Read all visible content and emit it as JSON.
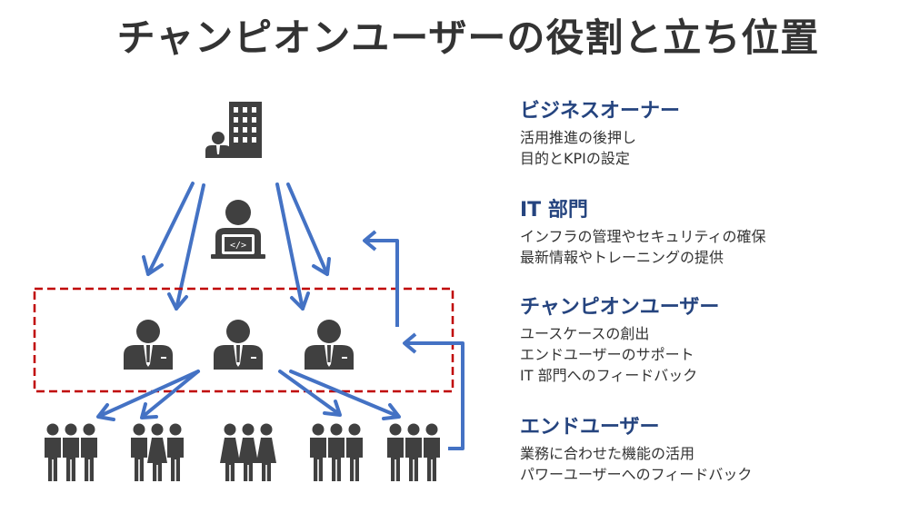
{
  "title": "チャンピオンユーザーの役割と立ち位置",
  "colors": {
    "arrow": "#4472c4",
    "icon": "#404040",
    "highlight_box": "#c00000",
    "role_name": "#25447f"
  },
  "icons": [
    "business-owner-icon",
    "it-developer-icon",
    "champion-user-icon",
    "end-user-group-icon"
  ],
  "roles": [
    {
      "name": "ビジネスオーナー",
      "lines": [
        "活用推進の後押し",
        "目的とKPIの設定"
      ]
    },
    {
      "name": "IT 部門",
      "lines": [
        "インフラの管理やセキュリティの確保",
        "最新情報やトレーニングの提供"
      ]
    },
    {
      "name": "チャンピオンユーザー",
      "lines": [
        "ユースケースの創出",
        "エンドユーザーのサポート",
        "IT 部門へのフィードバック"
      ]
    },
    {
      "name": "エンドユーザー",
      "lines": [
        "業務に合わせた機能の活用",
        "パワーユーザーへのフィードバック"
      ]
    }
  ]
}
